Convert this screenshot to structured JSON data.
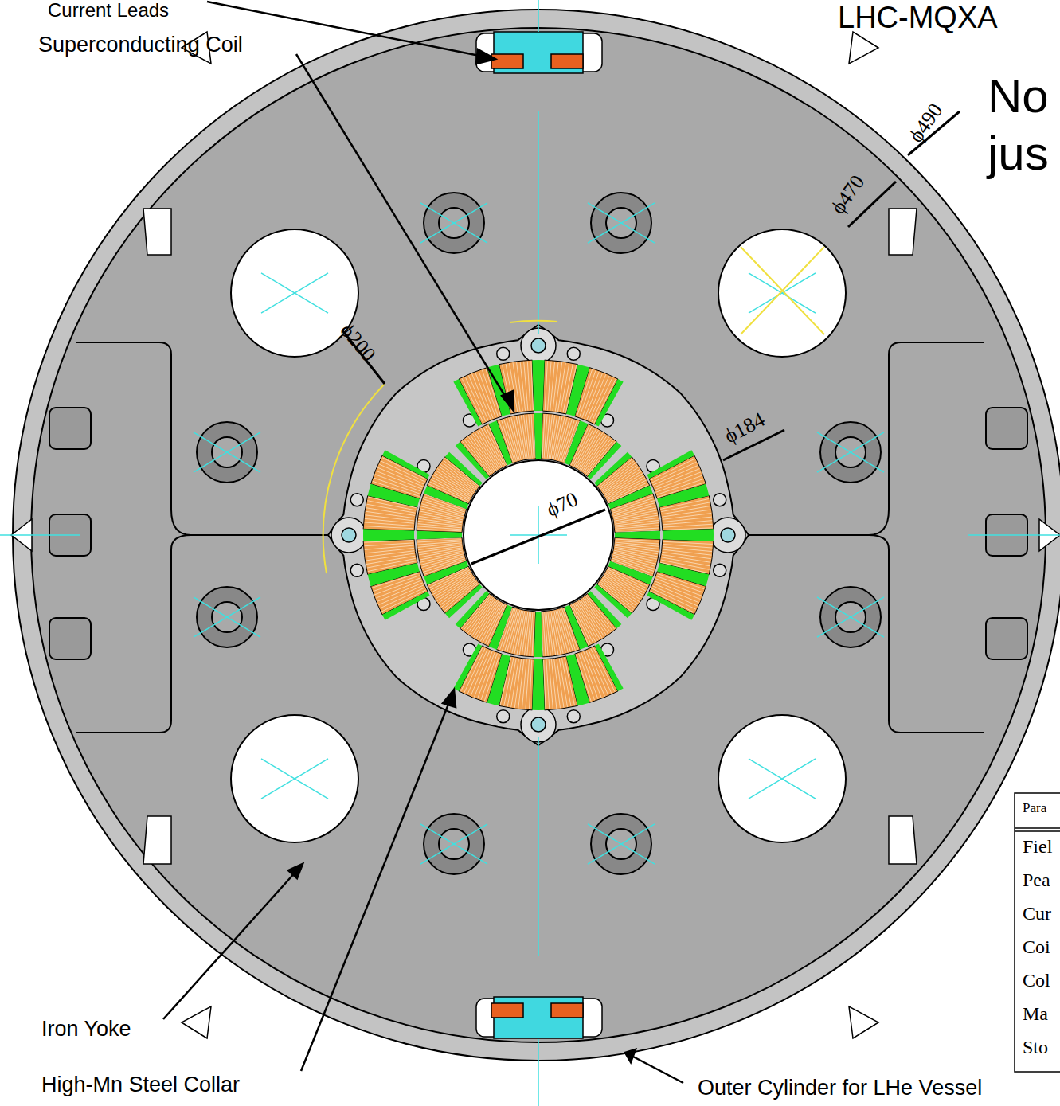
{
  "diagram": {
    "title": "LHC-MQXA",
    "labels": [
      "Current Leads",
      "Superconducting Coil",
      "No",
      "jus",
      "ϕ490",
      "ϕ470",
      "ϕ200",
      "ϕ184",
      "ϕ70",
      "Iron Yoke",
      "High-Mn Steel Collar",
      "Outer Cylinder for LHe Vessel",
      "Para",
      "Fiel",
      "Pea",
      "Cur",
      "Coi",
      "Col",
      "Ma",
      "Sto"
    ]
  }
}
